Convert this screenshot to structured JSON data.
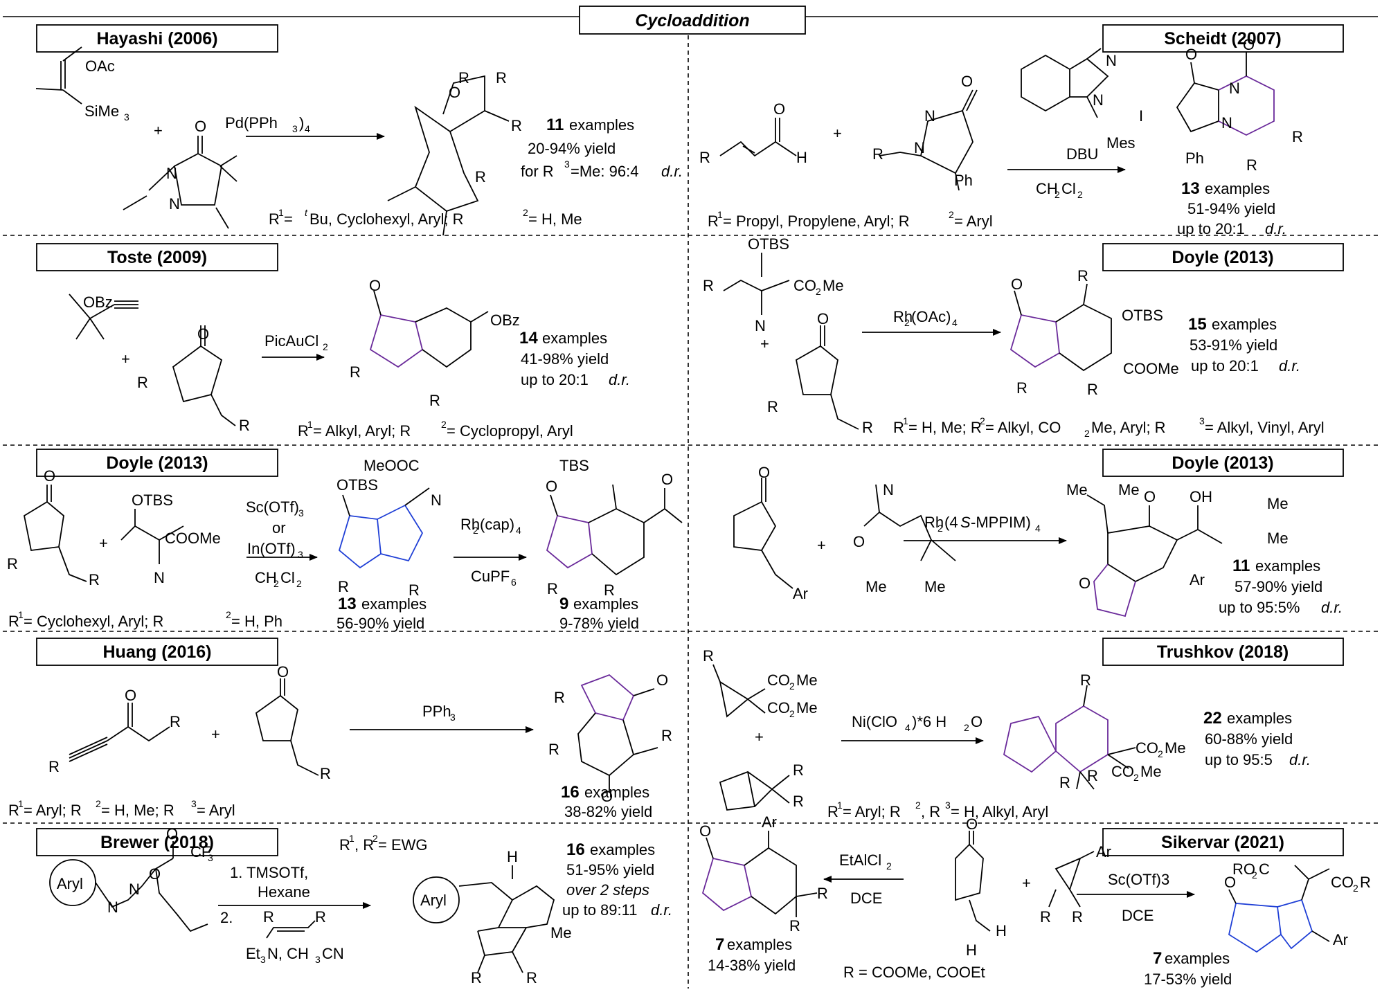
{
  "title": "Cycloaddition",
  "colors": {
    "line": "#000000",
    "bond_new_blue": "#1f3fd6",
    "bond_new_purple": "#6a2a9a"
  },
  "panels": [
    {
      "id": "hayashi",
      "header": "Hayashi (2006)",
      "reagent_sub": [
        "OAc",
        "SiMe",
        "3"
      ],
      "catalyst": [
        "Pd(PPh",
        "3",
        ")",
        "4"
      ],
      "stats": [
        "examples",
        "20-94% yield",
        "for R",
        "=Me: 96:4 ",
        "d.r."
      ],
      "count": "11",
      "scope": [
        "R",
        "1",
        " = ",
        "t",
        "Bu, Cyclohexyl, Aryl; R",
        "2",
        " = H, Me"
      ]
    },
    {
      "id": "scheidt",
      "header": "Scheidt (2007)",
      "conditions": [
        "DBU",
        "CH",
        "2",
        "Cl",
        "2"
      ],
      "count": "13",
      "stats": [
        "examples",
        "51-94% yield",
        "up to 20:1 ",
        "d.r."
      ],
      "scope": [
        "R",
        "1",
        " = Propyl, Propylene, Aryl; R",
        "2",
        " = Aryl"
      ],
      "labels": [
        "Mes",
        "Ph",
        "I"
      ]
    },
    {
      "id": "toste",
      "header": "Toste (2009)",
      "catalyst": [
        "PicAuCl",
        "2"
      ],
      "count": "14",
      "stats": [
        "examples",
        "41-98% yield",
        "up to 20:1 ",
        "d.r."
      ],
      "scope": [
        "R",
        "1",
        " = Alkyl, Aryl; R",
        "2",
        " = Cyclopropyl, Aryl"
      ],
      "labels": [
        "OBz"
      ]
    },
    {
      "id": "doyle1",
      "header": "Doyle (2013)",
      "catalyst": [
        "Rh",
        "2",
        "(OAc)",
        "4"
      ],
      "count": "15",
      "stats": [
        "examples",
        "53-91% yield",
        "up to 20:1 ",
        "d.r."
      ],
      "scope": [
        "R",
        "1",
        " = H, Me; R",
        "2",
        " = Alkyl, CO",
        "2",
        "Me, Aryl; R",
        "3",
        " = Alkyl, Vinyl, Aryl"
      ],
      "labels": [
        "OTBS",
        "CO",
        "Me",
        "COOMe"
      ]
    },
    {
      "id": "doyle2",
      "header": "Doyle (2013)",
      "conditions": [
        "Sc(OTf)",
        "3",
        "or",
        "In(OTf)",
        "3",
        "CH",
        "2",
        "Cl",
        "2"
      ],
      "count1": "13",
      "stats1": [
        "examples",
        "56-90% yield"
      ],
      "conditions2": [
        "Rh",
        "2",
        "(cap)",
        "4",
        "CuPF",
        "6"
      ],
      "count2": "9",
      "stats2": [
        "examples",
        "9-78% yield"
      ],
      "scope": [
        "R",
        "1",
        " = Cyclohexyl, Aryl; R",
        "2",
        " = H, Ph"
      ],
      "labels": [
        "OTBS",
        "COOMe",
        "MeOOC",
        "TBS"
      ]
    },
    {
      "id": "doyle3",
      "header": "Doyle (2013)",
      "catalyst": [
        "Rh",
        "2",
        "(4",
        "S",
        "-MPPIM)",
        "4"
      ],
      "count": "11",
      "stats": [
        "examples",
        "57-90% yield",
        "up to 95:5% ",
        "d.r."
      ],
      "labels": [
        "Ar",
        "Me",
        "OH"
      ]
    },
    {
      "id": "huang",
      "header": "Huang (2016)",
      "catalyst": [
        "PPh",
        "3"
      ],
      "count": "16",
      "stats": [
        "examples",
        "38-82% yield"
      ],
      "scope": [
        "R",
        "1",
        " = Aryl; R",
        "2",
        " = H, Me; R",
        "3",
        " = Aryl"
      ]
    },
    {
      "id": "trushkov",
      "header": "Trushkov (2018)",
      "catalyst": [
        "Ni(ClO",
        "4",
        ")*6 H",
        "2",
        "O"
      ],
      "count": "22",
      "stats": [
        "examples",
        "60-88% yield",
        "up to 95:5 ",
        "d.r."
      ],
      "scope": [
        "R",
        "1",
        " = Aryl; R",
        "2",
        ", R",
        "3",
        " = H, Alkyl, Aryl"
      ],
      "labels": [
        "CO",
        "Me"
      ]
    },
    {
      "id": "brewer",
      "header": "Brewer (2018)",
      "conditions": [
        "R",
        "1",
        ", R",
        "2",
        " = EWG",
        "1. TMSOTf,",
        "Hexane",
        "2.",
        "Et",
        "3",
        "N, CH",
        "3",
        "CN"
      ],
      "count": "16",
      "stats": [
        "examples",
        "51-95% yield",
        "over 2 steps",
        "up to 89:11 ",
        "d.r."
      ],
      "labels": [
        "Aryl",
        "CF",
        "Me",
        "H"
      ]
    },
    {
      "id": "sikervar",
      "header": "Sikervar (2021)",
      "left_conditions": [
        "EtAlCl",
        "2",
        "DCE"
      ],
      "right_conditions": [
        "Sc(OTf)3",
        "DCE"
      ],
      "count1": "7",
      "stats1": [
        "examples",
        "14-38% yield"
      ],
      "count2": "7",
      "stats2": [
        "examples",
        "17-53% yield"
      ],
      "scope": [
        "R = COOMe, COOEt"
      ],
      "labels": [
        "Ar",
        "R",
        "H",
        "RO",
        "C",
        "CO",
        "R"
      ]
    }
  ]
}
